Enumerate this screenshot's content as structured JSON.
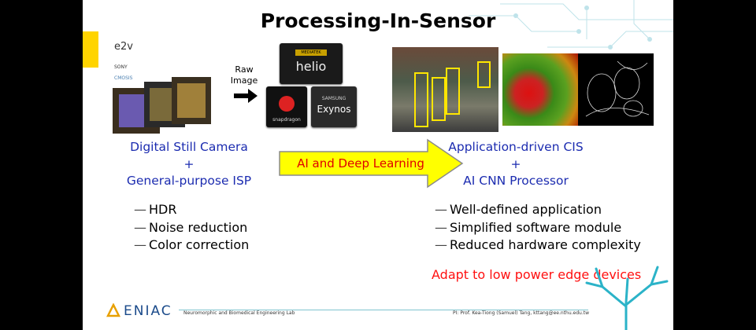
{
  "title": "Processing-In-Sensor",
  "logos": {
    "e2v": "e2v",
    "sony": "SONY",
    "cmos": "CMOSIS"
  },
  "raw_image": [
    "Raw",
    "Image"
  ],
  "chips": {
    "helio": "helio",
    "helio_tag": "MEDIATEK",
    "snapdragon": "snapdragon",
    "exynos": "Exynos",
    "samsung": "SAMSUNG"
  },
  "left": {
    "line1": "Digital Still Camera",
    "plus": "+",
    "line2": "General-purpose ISP",
    "bullets": [
      "HDR",
      "Noise reduction",
      "Color correction"
    ]
  },
  "arrow_label": "AI and Deep Learning",
  "right": {
    "line1": "Application-driven CIS",
    "plus": "+",
    "line2": "AI CNN Processor",
    "bullets": [
      "Well-defined application",
      "Simplified software module",
      "Reduced hardware complexity"
    ]
  },
  "adapt": "Adapt to low power edge devices",
  "footer": {
    "brand": "ENIAC",
    "lab": "Neuromorphic and Biomedical Engineering Lab",
    "pi": "PI: Prof. Kea-Tiong (Samuel) Tang, kttang@ee.nthu.edu.tw"
  },
  "colors": {
    "accent_yellow": "#ffd400",
    "text_blue": "#1c2cb0",
    "highlight_red": "#e00000"
  }
}
